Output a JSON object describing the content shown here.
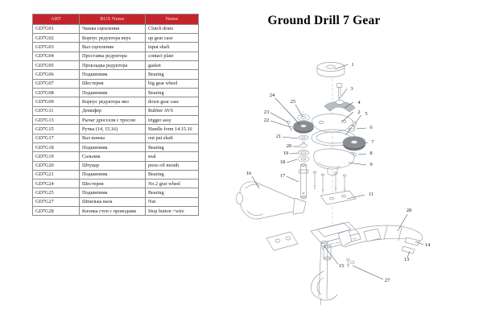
{
  "page": {
    "title": "Ground Drill 7 Gear"
  },
  "colors": {
    "header_bg": "#c4242b",
    "header_text": "#f6ddd2",
    "diagram_line": "#9aa1aa"
  },
  "table": {
    "headers": [
      "ART",
      "RUS Name",
      "Name"
    ],
    "rows": [
      {
        "art": "GD7G01",
        "rus": "Чашка сцепления",
        "name": "Clutch drum"
      },
      {
        "art": "GD7G02",
        "rus": "Корпус редуктора верх",
        "name": "up gear case"
      },
      {
        "art": "GD7G03",
        "rus": "Вал сцепления",
        "name": "input shaft"
      },
      {
        "art": "GD7G04",
        "rus": "Проставка редуктора",
        "name": "contact plate"
      },
      {
        "art": "GD7G05",
        "rus": "Прокладка редуктора",
        "name": "gasket"
      },
      {
        "art": "GD7G06",
        "rus": "Подшипник",
        "name": "Bearing"
      },
      {
        "art": "GD7G07",
        "rus": "Шестерня",
        "name": "big gear wheel"
      },
      {
        "art": "GD7G08",
        "rus": "Подшипник",
        "name": "Bearing"
      },
      {
        "art": "GD7G09",
        "rus": "Корпус редуктора низ",
        "name": "down gear case"
      },
      {
        "art": "GD7G11",
        "rus": "Демпфер",
        "name": "Rubber AVS"
      },
      {
        "art": "GD7G13",
        "rus": "Рычаг дросселя с тросом",
        "name": "trigger assy"
      },
      {
        "art": "GD7G15",
        "rus": "Ручка (14, 15,16)",
        "name": "Handle form 14.15.16"
      },
      {
        "art": "GD7G17",
        "rus": "Вал шнека",
        "name": "out put shaft"
      },
      {
        "art": "GD7G18",
        "rus": "Подшипник",
        "name": "Bearing"
      },
      {
        "art": "GD7G19",
        "rus": "Сальник",
        "name": "seal"
      },
      {
        "art": "GD7G20",
        "rus": "Штуцер",
        "name": "press oil mouth"
      },
      {
        "art": "GD7G21",
        "rus": "Подшипник",
        "name": "Bearing"
      },
      {
        "art": "GD7G24",
        "rus": "Шестерня",
        "name": "No.2 grar wheel"
      },
      {
        "art": "GD7G25",
        "rus": "Подшипник",
        "name": "Bearing"
      },
      {
        "art": "GD7G27",
        "rus": "Шпилька вала",
        "name": "Nut"
      },
      {
        "art": "GD7G28",
        "rus": "Кнопка стоп с проводами",
        "name": "Stop button +wire"
      }
    ]
  },
  "diagram": {
    "callouts": [
      "1",
      "3",
      "4",
      "2",
      "5",
      "6",
      "7",
      "8",
      "9",
      "11",
      "24",
      "25",
      "23",
      "22",
      "21",
      "20",
      "19",
      "18",
      "17",
      "16",
      "15",
      "27",
      "13",
      "14",
      "28"
    ]
  }
}
